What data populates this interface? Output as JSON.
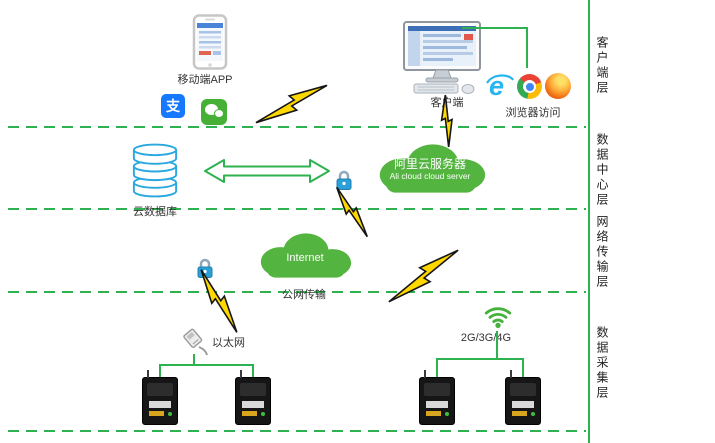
{
  "rail": {
    "layers": [
      "客户端层",
      "数据中心层",
      "网络传输层",
      "数据采集层"
    ]
  },
  "client": {
    "mobile_app": "移动端APP",
    "alipay": "支",
    "pc": "客户端",
    "browser": "浏览器访问",
    "ie_glyph": "e"
  },
  "datacenter": {
    "db": "云数据库",
    "ali_cn": "阿里云服务器",
    "ali_en": "Ali cloud  cloud server"
  },
  "network": {
    "internet": "Internet",
    "public": "公网传输"
  },
  "collection": {
    "ethernet": "以太网",
    "cellular": "2G/3G/4G"
  },
  "colors": {
    "line_green": "#2eb24f",
    "cloud_green": "#53b43f",
    "db_blue": "#29a8e0",
    "bolt_yellow": "#ffd800",
    "lock_blue": "#2b9fd8"
  }
}
